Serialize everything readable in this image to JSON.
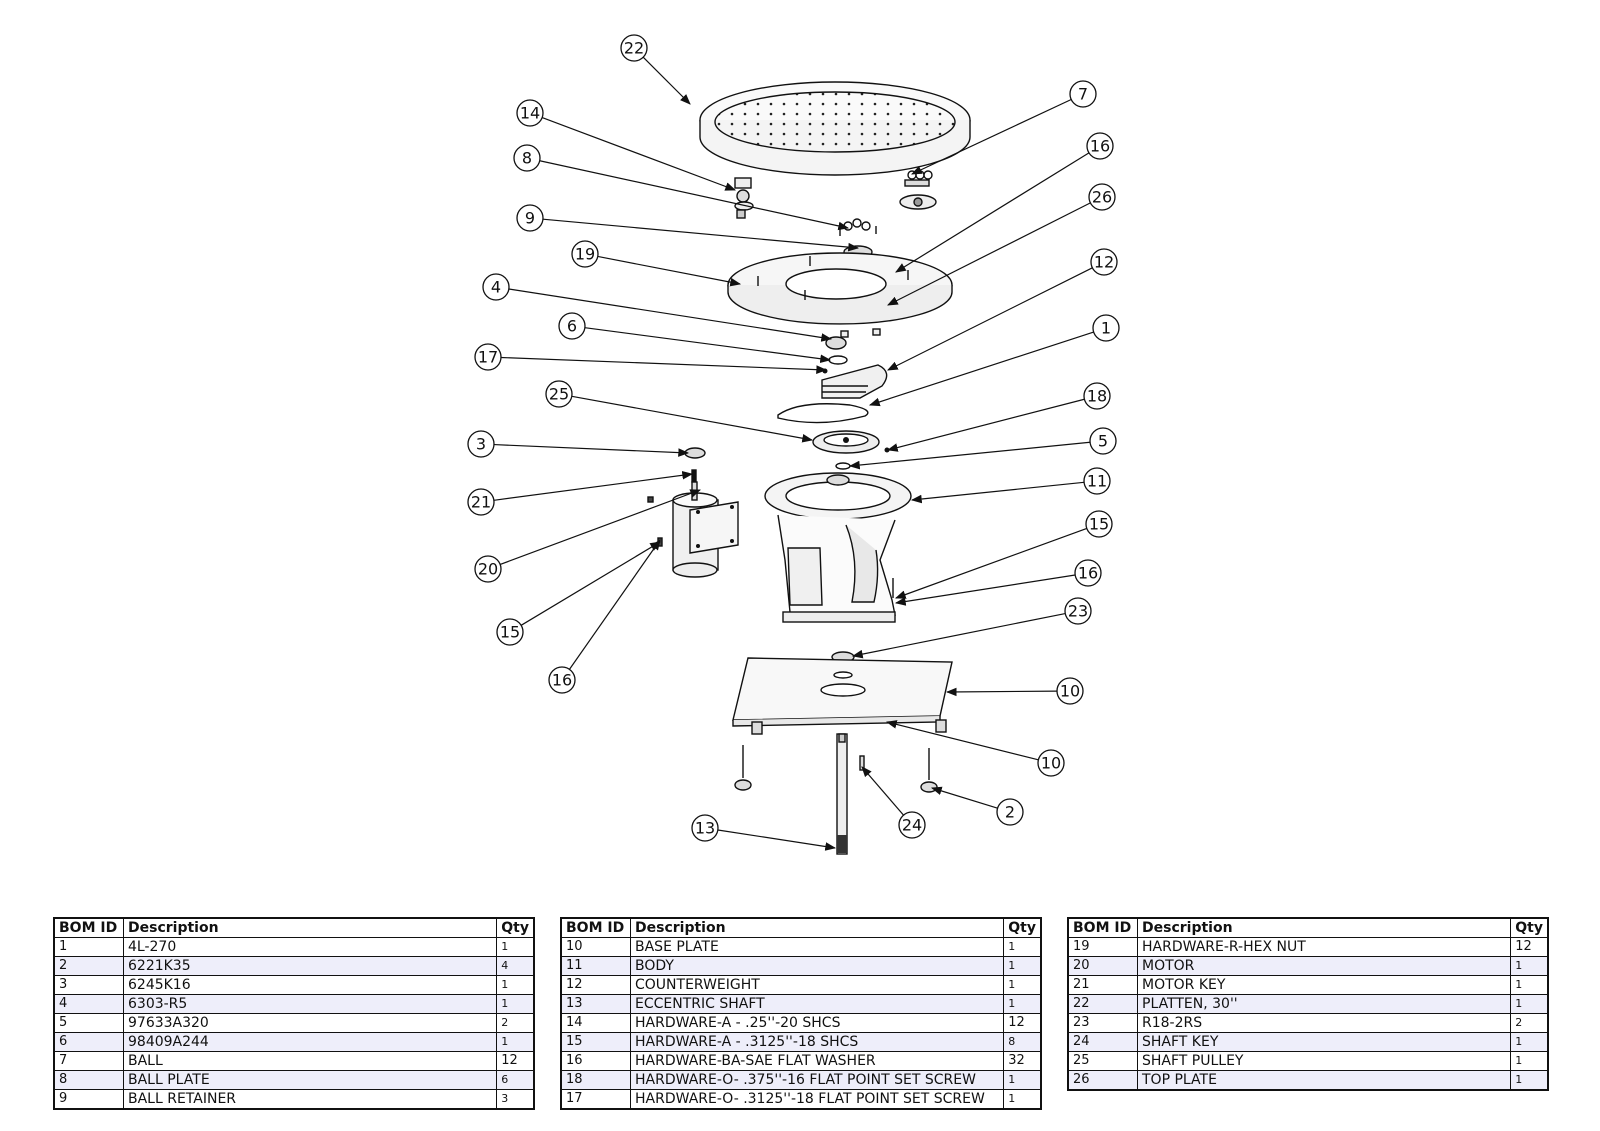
{
  "callouts": [
    {
      "label": "22"
    },
    {
      "label": "7"
    },
    {
      "label": "14"
    },
    {
      "label": "16"
    },
    {
      "label": "8"
    },
    {
      "label": "26"
    },
    {
      "label": "9"
    },
    {
      "label": "19"
    },
    {
      "label": "12"
    },
    {
      "label": "4"
    },
    {
      "label": "1"
    },
    {
      "label": "6"
    },
    {
      "label": "17"
    },
    {
      "label": "18"
    },
    {
      "label": "25"
    },
    {
      "label": "5"
    },
    {
      "label": "3"
    },
    {
      "label": "11"
    },
    {
      "label": "21"
    },
    {
      "label": "15"
    },
    {
      "label": "20"
    },
    {
      "label": "16"
    },
    {
      "label": "15"
    },
    {
      "label": "23"
    },
    {
      "label": "16"
    },
    {
      "label": "10"
    },
    {
      "label": "10"
    },
    {
      "label": "2"
    },
    {
      "label": "24"
    },
    {
      "label": "13"
    }
  ],
  "bom": {
    "headers": {
      "id": "BOM ID",
      "description": "Description",
      "qty": "Qty"
    },
    "tables": [
      {
        "rows": [
          {
            "id": "1",
            "description": "4L-270",
            "qty": "1"
          },
          {
            "id": "2",
            "description": "6221K35",
            "qty": "4"
          },
          {
            "id": "3",
            "description": "6245K16",
            "qty": "1"
          },
          {
            "id": "4",
            "description": "6303-R5",
            "qty": "1"
          },
          {
            "id": "5",
            "description": "97633A320",
            "qty": "2"
          },
          {
            "id": "6",
            "description": "98409A244",
            "qty": "1"
          },
          {
            "id": "7",
            "description": "BALL",
            "qty": "12"
          },
          {
            "id": "8",
            "description": "BALL PLATE",
            "qty": "6"
          },
          {
            "id": "9",
            "description": "BALL RETAINER",
            "qty": "3"
          }
        ]
      },
      {
        "rows": [
          {
            "id": "10",
            "description": "BASE PLATE",
            "qty": "1"
          },
          {
            "id": "11",
            "description": "BODY",
            "qty": "1"
          },
          {
            "id": "12",
            "description": "COUNTERWEIGHT",
            "qty": "1"
          },
          {
            "id": "13",
            "description": "ECCENTRIC SHAFT",
            "qty": "1"
          },
          {
            "id": "14",
            "description": "HARDWARE-A - .25''-20 SHCS",
            "qty": "12"
          },
          {
            "id": "15",
            "description": "HARDWARE-A - .3125''-18 SHCS",
            "qty": "8"
          },
          {
            "id": "16",
            "description": "HARDWARE-BA-SAE FLAT WASHER",
            "qty": "32"
          },
          {
            "id": "18",
            "description": "HARDWARE-O- .375''-16 FLAT POINT SET SCREW",
            "qty": "1"
          },
          {
            "id": "17",
            "description": "HARDWARE-O- .3125''-18 FLAT POINT SET SCREW",
            "qty": "1"
          }
        ]
      },
      {
        "rows": [
          {
            "id": "19",
            "description": "HARDWARE-R-HEX NUT",
            "qty": "12"
          },
          {
            "id": "20",
            "description": "MOTOR",
            "qty": "1"
          },
          {
            "id": "21",
            "description": "MOTOR KEY",
            "qty": "1"
          },
          {
            "id": "22",
            "description": "PLATTEN, 30''",
            "qty": "1"
          },
          {
            "id": "23",
            "description": "R18-2RS",
            "qty": "2"
          },
          {
            "id": "24",
            "description": "SHAFT KEY",
            "qty": "1"
          },
          {
            "id": "25",
            "description": "SHAFT PULLEY",
            "qty": "1"
          },
          {
            "id": "26",
            "description": "TOP PLATE",
            "qty": "1"
          }
        ]
      }
    ]
  }
}
